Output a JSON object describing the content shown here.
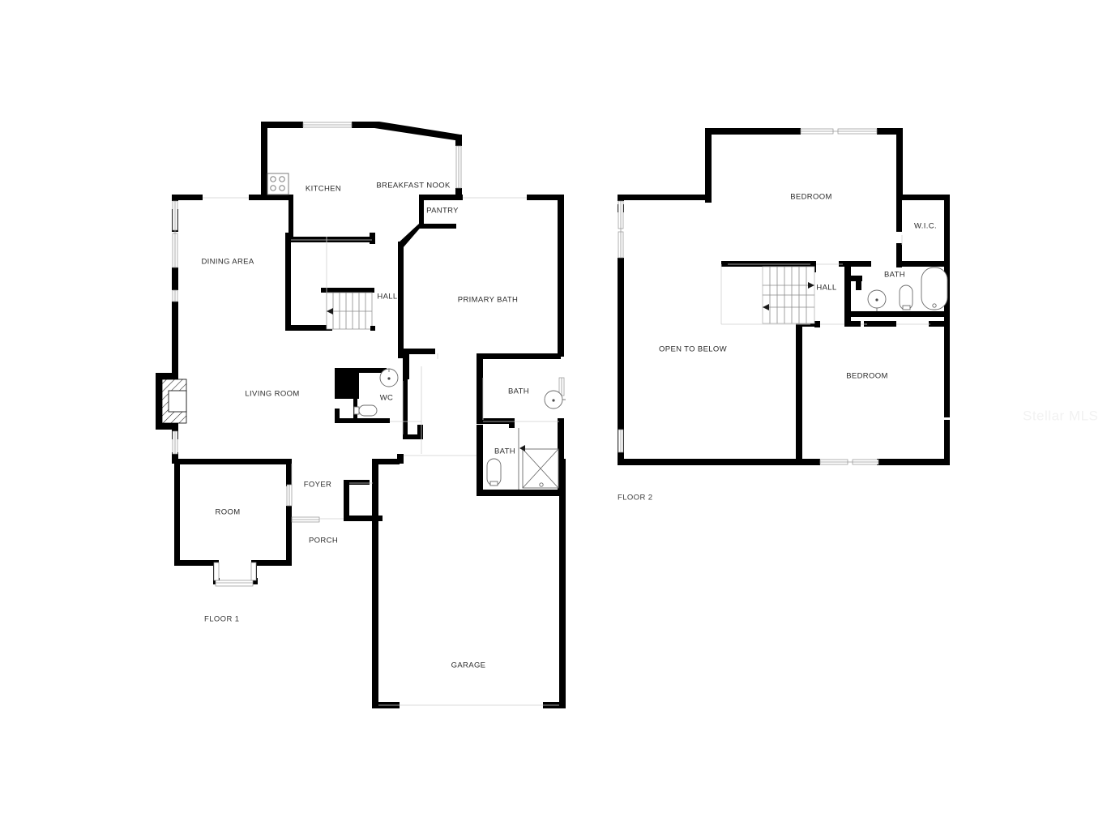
{
  "document": {
    "type": "residential-floor-plan",
    "watermark": "Stellar MLS",
    "background_color": "#ffffff",
    "wall_color": "#000000",
    "label_color": "#2b2b2b"
  },
  "floors": [
    {
      "id": "floor-1",
      "caption": "FLOOR 1",
      "rooms": [
        {
          "name": "KITCHEN",
          "label": "KITCHEN"
        },
        {
          "name": "BREAKFAST NOOK",
          "label": "BREAKFAST NOOK"
        },
        {
          "name": "PANTRY",
          "label": "PANTRY"
        },
        {
          "name": "DINING AREA",
          "label": "DINING AREA"
        },
        {
          "name": "HALL",
          "label": "HALL"
        },
        {
          "name": "PRIMARY BATH",
          "label": "PRIMARY BATH"
        },
        {
          "name": "LIVING ROOM",
          "label": "LIVING ROOM"
        },
        {
          "name": "WC",
          "label": "WC"
        },
        {
          "name": "BATH upper",
          "label": "BATH"
        },
        {
          "name": "BATH lower",
          "label": "BATH"
        },
        {
          "name": "FOYER",
          "label": "FOYER"
        },
        {
          "name": "ROOM",
          "label": "ROOM"
        },
        {
          "name": "PORCH",
          "label": "PORCH"
        },
        {
          "name": "GARAGE",
          "label": "GARAGE"
        }
      ],
      "fixtures": [
        "cooktop-4-burner",
        "fireplace",
        "staircase-up",
        "toilet",
        "sink",
        "shower",
        "bay-window"
      ]
    },
    {
      "id": "floor-2",
      "caption": "FLOOR 2",
      "rooms": [
        {
          "name": "BEDROOM upper",
          "label": "BEDROOM"
        },
        {
          "name": "W.I.C.",
          "label": "W.I.C."
        },
        {
          "name": "BATH",
          "label": "BATH"
        },
        {
          "name": "HALL",
          "label": "HALL"
        },
        {
          "name": "OPEN TO BELOW",
          "label": "OPEN TO BELOW"
        },
        {
          "name": "BEDROOM lower",
          "label": "BEDROOM"
        }
      ],
      "fixtures": [
        "staircase-down",
        "toilet",
        "sink",
        "bathtub"
      ]
    }
  ],
  "labels": {
    "kitchen": "KITCHEN",
    "breakfast_nook": "BREAKFAST NOOK",
    "pantry": "PANTRY",
    "dining_area": "DINING AREA",
    "hall_f1": "HALL",
    "primary_bath": "PRIMARY BATH",
    "living_room": "LIVING ROOM",
    "wc": "WC",
    "bath_f1_upper": "BATH",
    "bath_f1_lower": "BATH",
    "foyer": "FOYER",
    "room": "ROOM",
    "porch": "PORCH",
    "garage": "GARAGE",
    "floor1": "FLOOR 1",
    "bedroom_upper": "BEDROOM",
    "wic": "W.I.C.",
    "bath_f2": "BATH",
    "hall_f2": "HALL",
    "open_to_below": "OPEN TO BELOW",
    "bedroom_lower": "BEDROOM",
    "floor2": "FLOOR 2",
    "watermark": "Stellar MLS"
  }
}
